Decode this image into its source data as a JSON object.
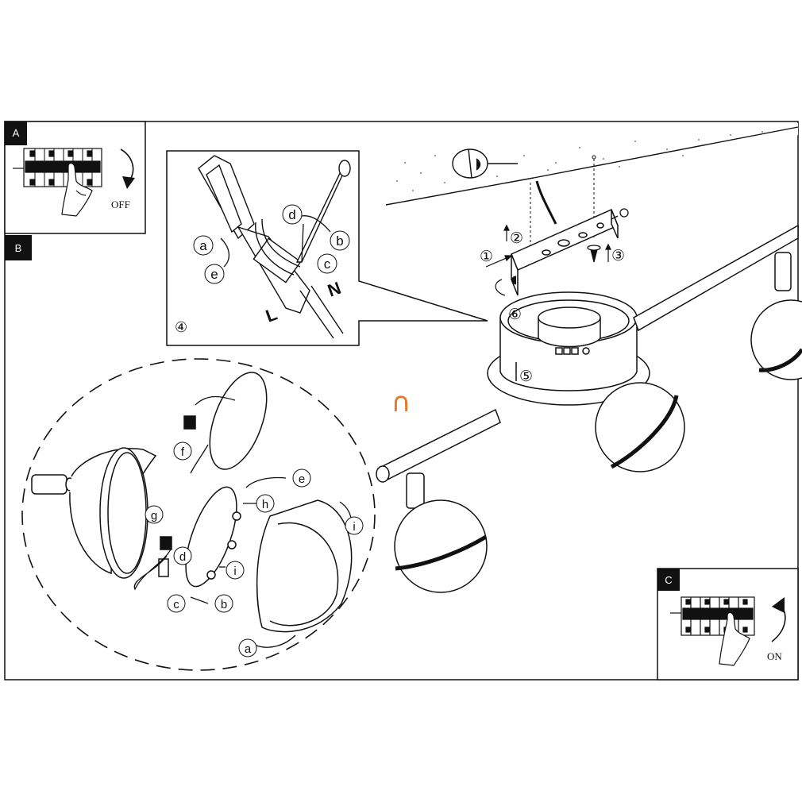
{
  "panels": {
    "a": {
      "tag": "A",
      "action_word": "OFF"
    },
    "b": {
      "tag": "B"
    },
    "c": {
      "tag": "C",
      "action_word": "ON"
    }
  },
  "inset_step": "④",
  "terminal_labels": {
    "live": "L",
    "neutral": "N"
  },
  "inset_callouts": [
    "a",
    "e",
    "d",
    "b",
    "c"
  ],
  "mount_steps": [
    "①",
    "②",
    "③",
    "⑤",
    "⑥"
  ],
  "spot_callouts": [
    "f",
    "e",
    "h",
    "g",
    "d",
    "i",
    "i",
    "c",
    "b",
    "a"
  ],
  "center_symbol": "∩",
  "colors": {
    "line": "#111111",
    "symbol": "#e8742a",
    "background": "#ffffff"
  }
}
